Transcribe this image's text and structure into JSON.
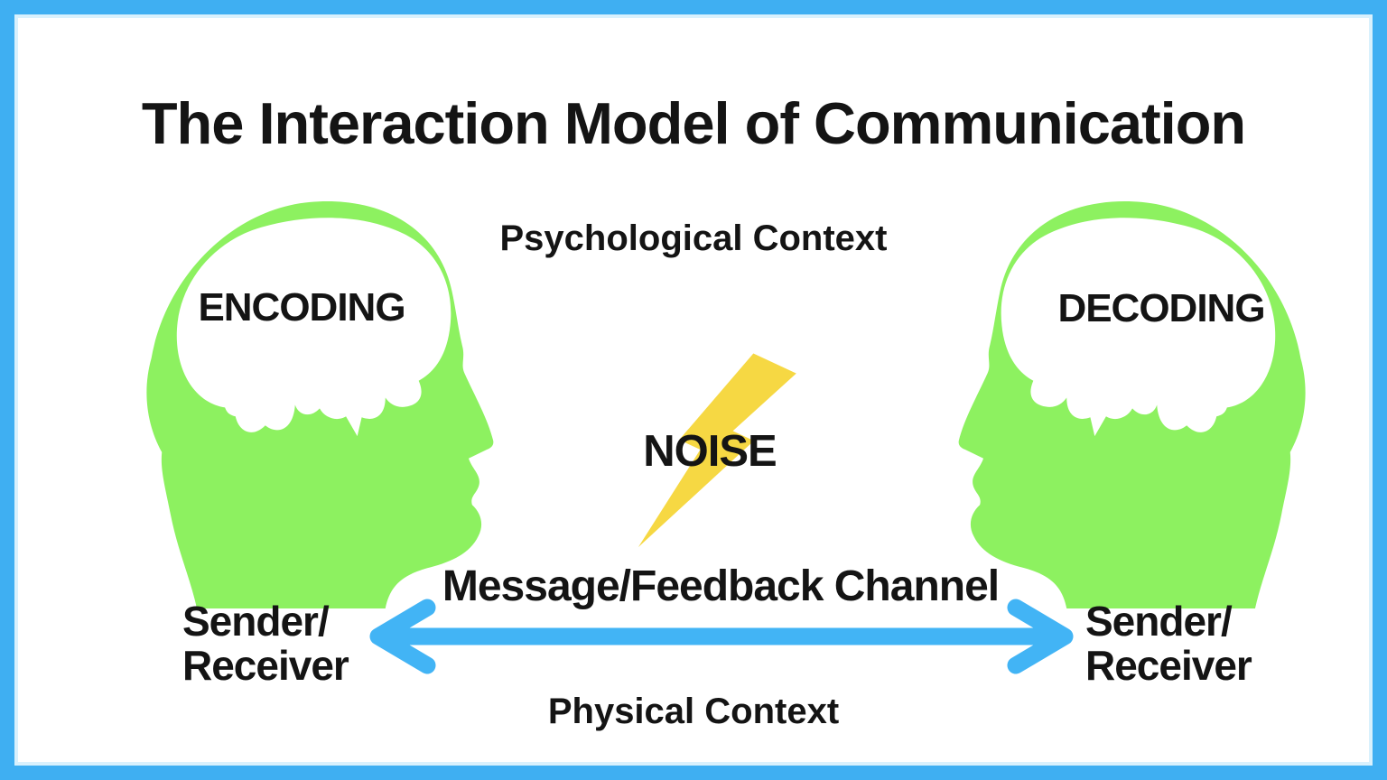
{
  "title": "The Interaction Model of Communication",
  "contexts": {
    "psychological": "Psychological Context",
    "physical": "Physical Context"
  },
  "noise": {
    "label": "NOISE"
  },
  "channel": {
    "label": "Message/Feedback Channel"
  },
  "heads": {
    "left": {
      "process": "ENCODING",
      "role_line1": "Sender/",
      "role_line2": "Receiver"
    },
    "right": {
      "process": "DECODING",
      "role_line1": "Sender/",
      "role_line2": "Receiver"
    }
  },
  "colors": {
    "frame_blue": "#3FAFF2",
    "arrow_blue": "#42B4F5",
    "head_green": "#8DF160",
    "bolt_yellow": "#F6D843",
    "text_black": "#141414",
    "background": "#FFFFFF"
  }
}
